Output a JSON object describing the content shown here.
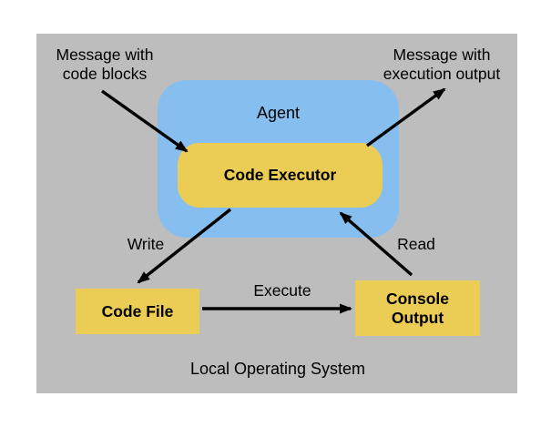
{
  "colors": {
    "page_bg": "#FFFFFF",
    "os_panel_bg": "#BDBDBD",
    "agent_bg": "#86BFEF",
    "node_bg": "#EBCC55",
    "arrow": "#000000",
    "text": "#000000"
  },
  "diagram": {
    "os_label": "Local Operating System",
    "agent_label": "Agent",
    "nodes": {
      "code_executor": {
        "label": "Code Executor"
      },
      "code_file": {
        "label": "Code File"
      },
      "console_output": {
        "line1": "Console",
        "line2": "Output"
      }
    },
    "annotations": {
      "input_line1": "Message with",
      "input_line2": "code blocks",
      "output_line1": "Message with",
      "output_line2": "execution output"
    },
    "edges": {
      "write_label": "Write",
      "read_label": "Read",
      "execute_label": "Execute"
    }
  }
}
